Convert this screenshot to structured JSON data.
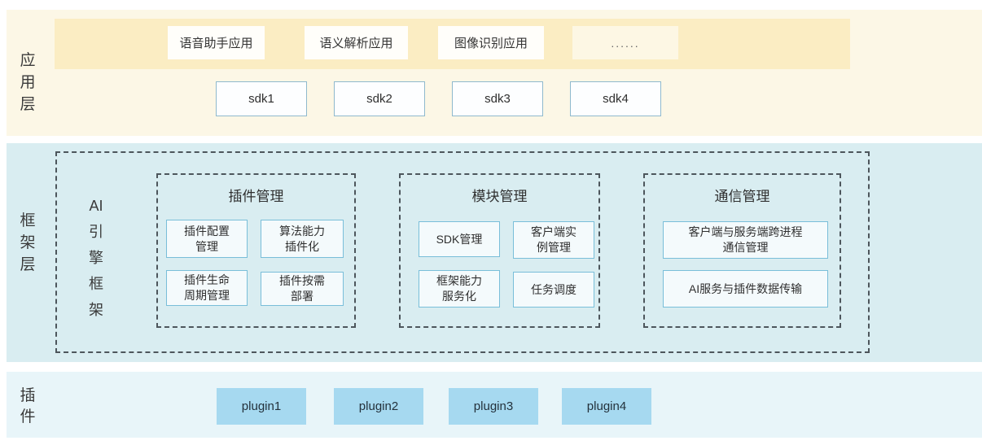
{
  "diagram": {
    "application": {
      "label": "应\n用\n层",
      "apps": [
        "语音助手应用",
        "语义解析应用",
        "图像识别应用",
        "......"
      ],
      "sdks": [
        "sdk1",
        "sdk2",
        "sdk3",
        "sdk4"
      ]
    },
    "framework": {
      "label": "框\n架\n层",
      "engine": "AI\n引\n擎\n框\n架",
      "groups": [
        {
          "title": "插件管理",
          "items": [
            "插件配置\n管理",
            "算法能力\n插件化",
            "插件生命\n周期管理",
            "插件按需\n部署"
          ]
        },
        {
          "title": "模块管理",
          "items": [
            "SDK管理",
            "客户端实\n例管理",
            "框架能力\n服务化",
            "任务调度"
          ]
        },
        {
          "title": "通信管理",
          "items": [
            "客户端与服务端跨进程\n通信管理",
            "AI服务与插件数据传输"
          ]
        }
      ]
    },
    "plugins": {
      "label": "插\n件",
      "items": [
        "plugin1",
        "plugin2",
        "plugin3",
        "plugin4"
      ]
    },
    "colors": {
      "app_section_bg": "#fcf7e6",
      "app_band_bg": "#fbedc3",
      "framework_bg": "#d9edf1",
      "plugin_strip_bg": "#e8f5f9",
      "plugin_box_bg": "#a6d9f0",
      "dashed_border": "#4d565c",
      "item_box_border": "#79bed9"
    }
  }
}
